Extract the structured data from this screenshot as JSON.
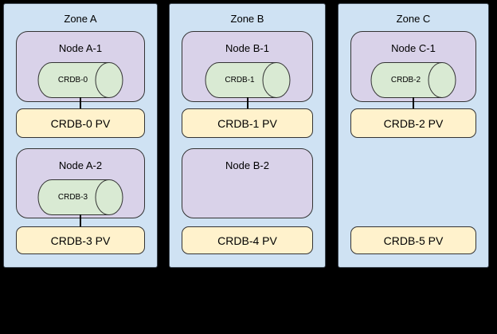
{
  "colors": {
    "background": "#000000",
    "zone_fill": "#cfe2f3",
    "zone_border": "#3d4752",
    "node_fill": "#d9d2e9",
    "pod_fill": "#d9ead3",
    "pv_fill": "#fff2cc",
    "shape_border": "#333333",
    "connector": "#000000"
  },
  "zones": [
    {
      "title": "Zone A",
      "nodes": [
        {
          "label": "Node A-1",
          "pod": "CRDB-0"
        },
        {
          "label": "Node A-2",
          "pod": "CRDB-3"
        }
      ],
      "pvs": [
        "CRDB-0 PV",
        "CRDB-3 PV"
      ]
    },
    {
      "title": "Zone B",
      "nodes": [
        {
          "label": "Node B-1",
          "pod": "CRDB-1"
        },
        {
          "label": "Node B-2"
        }
      ],
      "pvs": [
        "CRDB-1 PV",
        "CRDB-4 PV"
      ]
    },
    {
      "title": "Zone C",
      "nodes": [
        {
          "label": "Node C-1",
          "pod": "CRDB-2"
        }
      ],
      "pvs": [
        "CRDB-2 PV",
        "CRDB-5 PV"
      ]
    }
  ]
}
